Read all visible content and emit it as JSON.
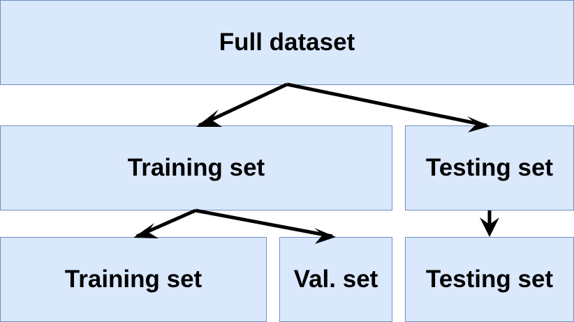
{
  "colors": {
    "box_fill": "#dae8fc",
    "box_border": "#6c8ebf",
    "arrow": "#000000",
    "text": "#000000"
  },
  "nodes": {
    "full_dataset": "Full dataset",
    "training_set": "Training set",
    "testing_set": "Testing set",
    "training_set_split": "Training set",
    "validation_set": "Val. set",
    "testing_set_final": "Testing set"
  }
}
